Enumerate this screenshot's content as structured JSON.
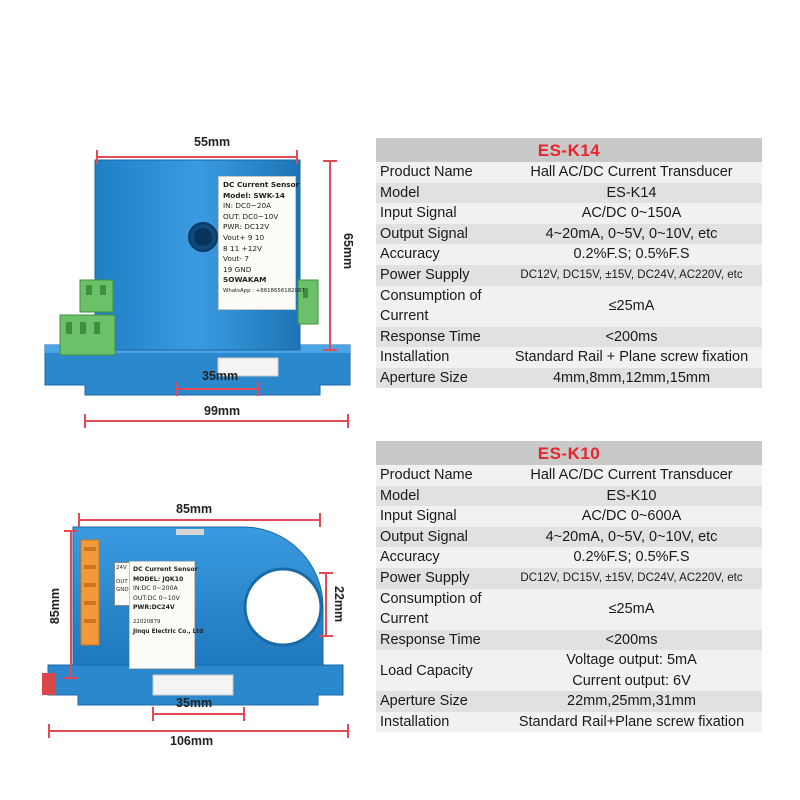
{
  "product_1": {
    "title": "ES-K14",
    "rows": [
      {
        "key": "Product Name",
        "value": "Hall AC/DC Current Transducer"
      },
      {
        "key": "Model",
        "value": "ES-K14"
      },
      {
        "key": "Input Signal",
        "value": "AC/DC 0~150A"
      },
      {
        "key": "Output Signal",
        "value": "4~20mA, 0~5V, 0~10V, etc"
      },
      {
        "key": "Accuracy",
        "value": "0.2%F.S; 0.5%F.S"
      },
      {
        "key": "Power Supply",
        "value": "DC12V, DC15V, ±15V, DC24V, AC220V, etc"
      },
      {
        "key": "Consumption of Current",
        "value": "≤25mA"
      },
      {
        "key": "Response Time",
        "value": "<200ms"
      },
      {
        "key": "Installation",
        "value": "Standard Rail + Plane screw fixation"
      },
      {
        "key": "Aperture Size",
        "value": "4mm,8mm,12mm,15mm"
      }
    ],
    "dimensions": {
      "top": "55mm",
      "height": "65mm",
      "rail": "35mm",
      "width": "99mm"
    },
    "label": {
      "title": "DC Current Sensor",
      "model": "Model: SWK-14",
      "input": "IN: DC0~20A",
      "output": "OUT: DC0~10V",
      "power": "PWR: DC12V",
      "vout_plus": "Vout+",
      "vout_minus": "Vout-",
      "pin_9": "9",
      "pin_8": "8",
      "pin_7": "7",
      "pin_10": "10",
      "pin_11": "11",
      "pin_19": "19",
      "plus12": "+12V",
      "gnd": "GND",
      "brand": "SOWAKAM",
      "whatsapp": "WhatsApp : +8618656182087"
    }
  },
  "product_2": {
    "title": "ES-K10",
    "rows": [
      {
        "key": "Product Name",
        "value": "Hall AC/DC Current Transducer"
      },
      {
        "key": "Model",
        "value": "ES-K10"
      },
      {
        "key": "Input Signal",
        "value": "AC/DC 0~600A"
      },
      {
        "key": "Output Signal",
        "value": "4~20mA, 0~5V, 0~10V, etc"
      },
      {
        "key": "Accuracy",
        "value": "0.2%F.S; 0.5%F.S"
      },
      {
        "key": "Power Supply",
        "value": "DC12V, DC15V, ±15V, DC24V, AC220V, etc"
      },
      {
        "key": "Consumption of Current",
        "value": "≤25mA"
      },
      {
        "key": "Response Time",
        "value": "<200ms"
      },
      {
        "key": "Load Capacity",
        "value": "Voltage output: 5mA",
        "value2": "Current output: 6V"
      },
      {
        "key": "Aperture Size",
        "value": "22mm,25mm,31mm"
      },
      {
        "key": "Installation",
        "value": "Standard Rail+Plane screw  fixation"
      }
    ],
    "dimensions": {
      "width_top": "85mm",
      "height": "85mm",
      "aperture": "22mm",
      "rail": "35mm",
      "width": "106mm"
    },
    "label": {
      "tag_24v": "24V",
      "tag_out": "OUT",
      "tag_gnd": "GND",
      "title": "DC Current Sensor",
      "model": "MODEL: JQK10",
      "input": "IN:DC 0~200A",
      "output": "OUT:DC 0~10V",
      "power": "PWR:DC24V",
      "code": "22020879",
      "company": "Jinqu Electric Co., Ltd"
    }
  },
  "colors": {
    "title_red": "#e4262d",
    "body_blue": "#2a8ed3",
    "terminal_green": "#6cc06a",
    "dim_red": "#e24b55",
    "header_gray": "#c9c9c9"
  }
}
